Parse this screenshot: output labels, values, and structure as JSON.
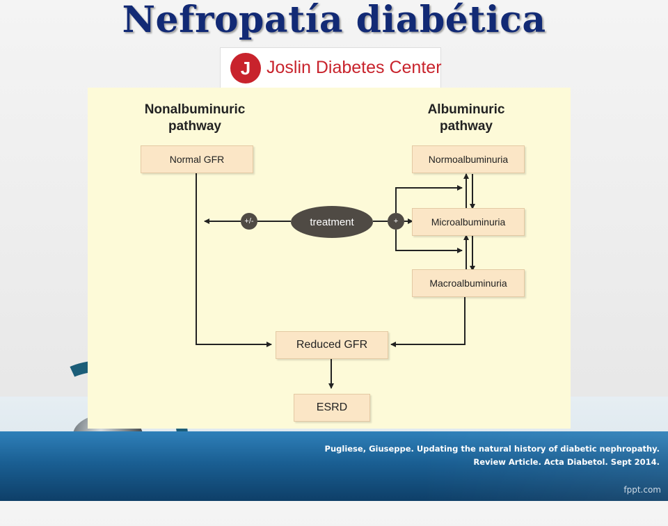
{
  "slide": {
    "title": "Nefropatía diabética",
    "logo_text": "Joslin Diabetes Center",
    "citation_line1": "Pugliese, Giuseppe. Updating the natural history of diabetic nephropathy.",
    "citation_line2": "Review Article. Acta Diabetol. Sept 2014.",
    "watermark": "fppt.com"
  },
  "diagram": {
    "left_heading_line1": "Nonalbuminuric",
    "left_heading_line2": "pathway",
    "right_heading_line1": "Albuminuric",
    "right_heading_line2": "pathway",
    "nodes": {
      "normal_gfr": "Normal GFR",
      "normoalbuminuria": "Normoalbuminuria",
      "microalbuminuria": "Microalbuminuria",
      "macroalbuminuria": "Macroalbuminuria",
      "reduced_gfr": "Reduced GFR",
      "esrd": "ESRD",
      "treatment": "treatment",
      "plus_minus": "+/-",
      "plus": "+"
    }
  }
}
